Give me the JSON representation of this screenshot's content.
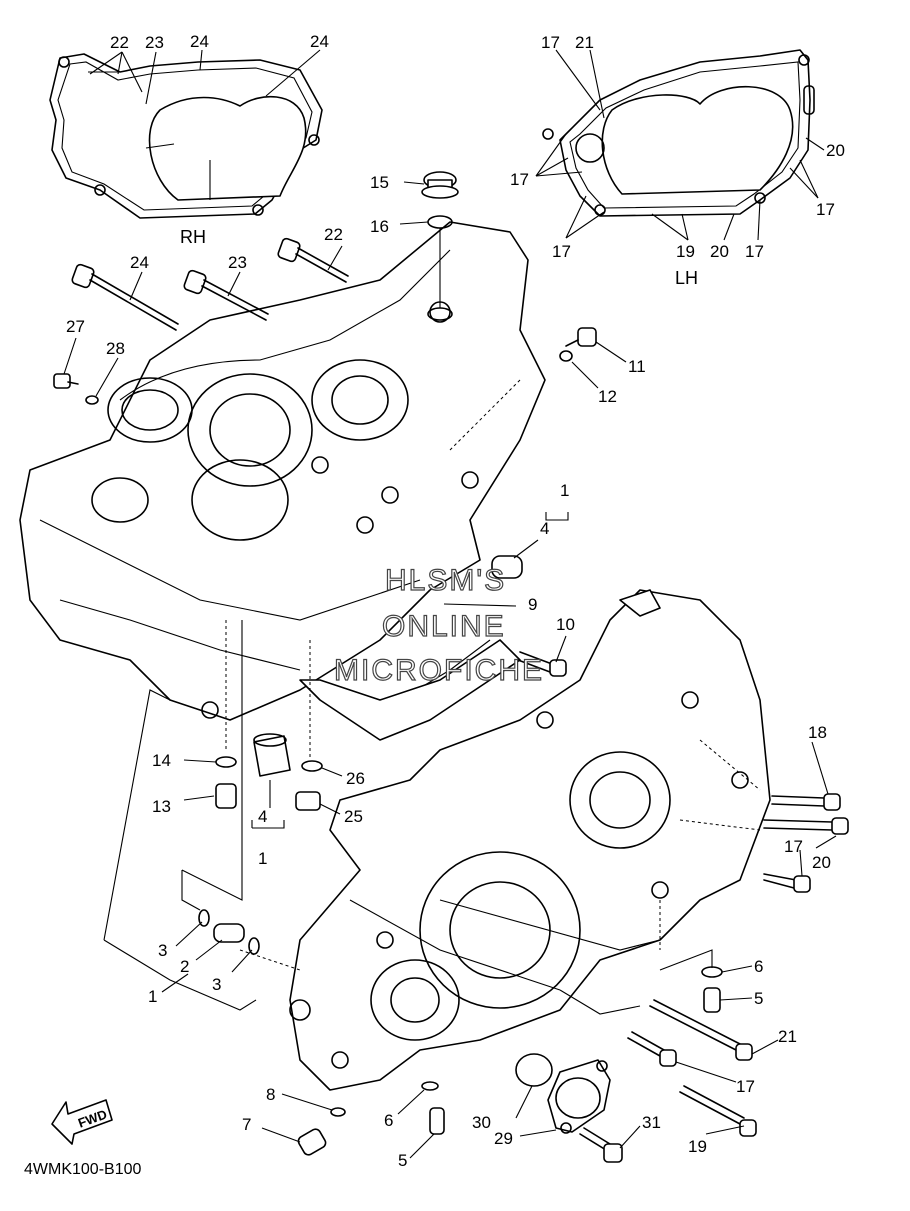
{
  "diagram": {
    "code": "4WMK100-B100",
    "rh_label": "RH",
    "lh_label": "LH",
    "fwd_label": "FWD",
    "watermark": [
      "HLSM'S",
      "ONLINE",
      "MICROFICHE"
    ]
  },
  "callouts": {
    "n1": "1",
    "n2": "2",
    "n3": "3",
    "n4": "4",
    "n5": "5",
    "n6": "6",
    "n7": "7",
    "n8": "8",
    "n9": "9",
    "n10": "10",
    "n11": "11",
    "n12": "12",
    "n13": "13",
    "n14": "14",
    "n15": "15",
    "n16": "16",
    "n17": "17",
    "n18": "18",
    "n19": "19",
    "n20": "20",
    "n21": "21",
    "n22": "22",
    "n23": "23",
    "n24": "24",
    "n25": "25",
    "n26": "26",
    "n27": "27",
    "n28": "28",
    "n29": "29",
    "n30": "30",
    "n31": "31"
  }
}
